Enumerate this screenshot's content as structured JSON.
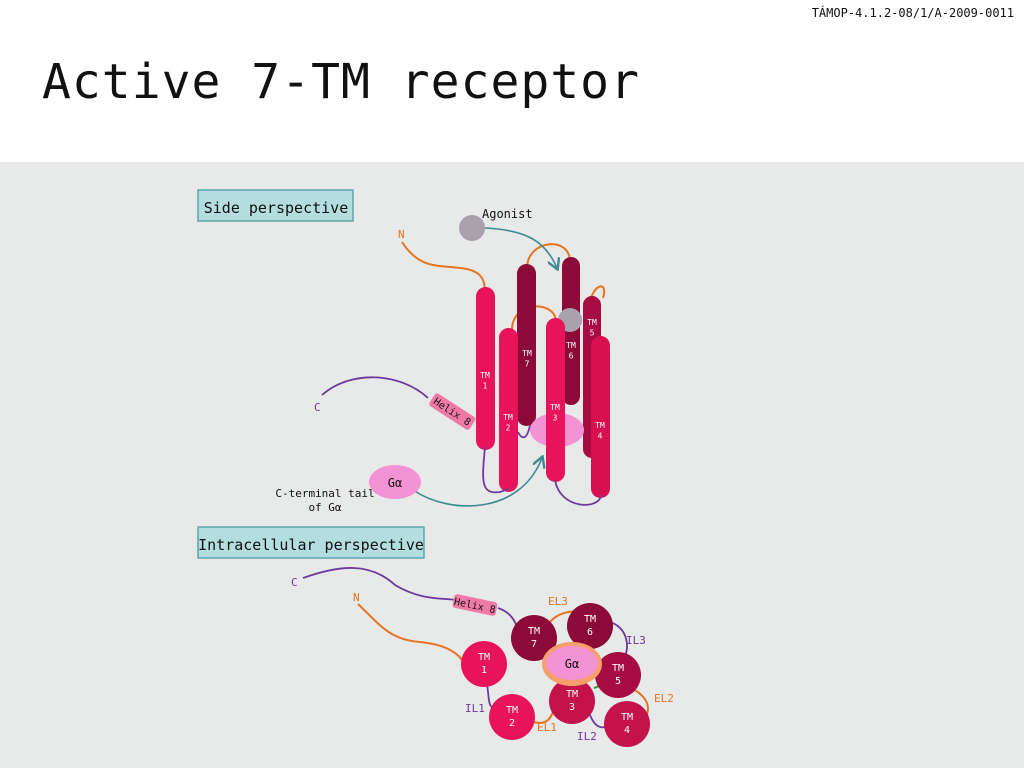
{
  "header_code": "TÁMOP-4.1.2-08/1/A-2009-0011",
  "title": "Active 7-TM receptor",
  "side": {
    "section_label": "Side perspective",
    "agonist": "Agonist",
    "n_label": "N",
    "c_label": "C",
    "helix8": "Helix 8",
    "galpha": "Gα",
    "c_tail_line1": "C-terminal tail",
    "c_tail_line2": "of Gα",
    "tm": [
      "TM 1",
      "TM 2",
      "TM 3",
      "TM 4",
      "TM 5",
      "TM 6",
      "TM 7"
    ]
  },
  "intra": {
    "section_label": "Intracellular perspective",
    "c_label": "C",
    "n_label": "N",
    "helix8": "Helix 8",
    "galpha": "Gα",
    "loops": {
      "el1": "EL1",
      "el2": "EL2",
      "el3": "EL3",
      "il1": "IL1",
      "il2": "IL2",
      "il3": "IL3"
    },
    "tm": [
      "TM 1",
      "TM 2",
      "TM 3",
      "TM 4",
      "TM 5",
      "TM 6",
      "TM 7"
    ]
  },
  "colors": {
    "tm_pink": "#e8135a",
    "tm_dark": "#8c0a37",
    "tm_mid": "#c3124c",
    "galpha_fill": "#f492d6",
    "orange_loop": "#e8741f",
    "purple_loop": "#6e3a9e",
    "teal_arrow": "#3e8a94",
    "agonist_gray": "#a9a1ab",
    "label_box": "#b4dde0"
  }
}
